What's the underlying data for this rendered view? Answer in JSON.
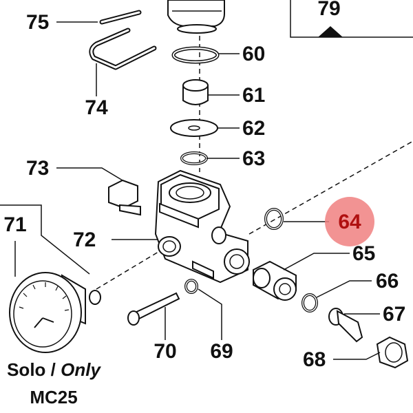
{
  "diagram": {
    "highlight_color": "#f08080",
    "highlight_text_color": "#b01010",
    "callouts": {
      "p60": "60",
      "p61": "61",
      "p62": "62",
      "p63": "63",
      "p64": "64",
      "p65": "65",
      "p66": "66",
      "p67": "67",
      "p68": "68",
      "p69": "69",
      "p70": "70",
      "p71": "71",
      "p72": "72",
      "p73": "73",
      "p74": "74",
      "p75": "75",
      "p79": "79"
    },
    "highlighted_callout": "64",
    "caption": {
      "solo": "Solo",
      "separator": " / ",
      "only": "Only",
      "model": "MC25"
    }
  }
}
